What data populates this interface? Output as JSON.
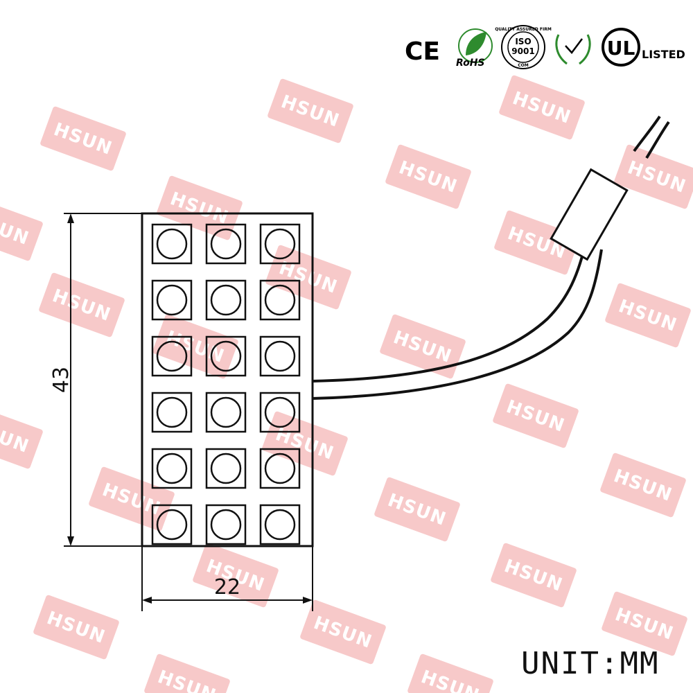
{
  "watermark": {
    "text": "HSUN",
    "color": "#f7c9c9"
  },
  "certifications": {
    "ce": "CE",
    "rohs": "RoHS",
    "iso_top": "QUALITY ASSURED FIRM",
    "iso_line1": "ISO",
    "iso_line2": "9001",
    "iso_bottom": "COM",
    "ul": "UL",
    "ul_listed": "LISTED",
    "rohs_color": "#2e8b2e"
  },
  "led_board": {
    "rows": 6,
    "columns": 3
  },
  "dimensions": {
    "height_label": "43",
    "width_label": "22"
  },
  "unit_label": "UNIT:MM",
  "colors": {
    "line": "#111111"
  }
}
